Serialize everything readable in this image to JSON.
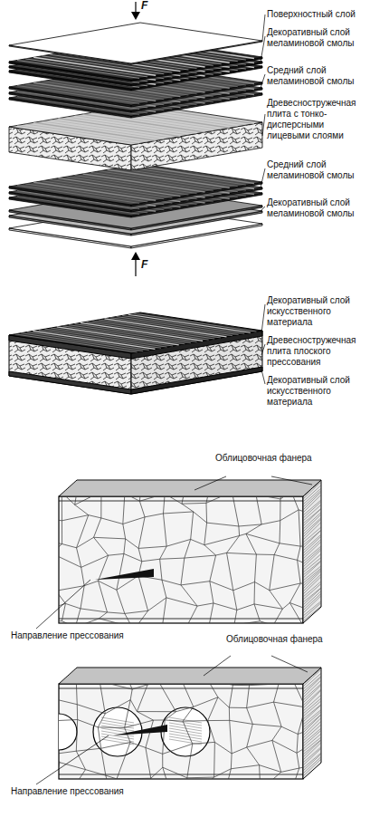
{
  "diagram": {
    "labels": [
      "F",
      "Поверхностный слой",
      "Декоративный слой меламиновой смолы",
      "Средний слой меламиновой смолы",
      "Древесностружечная плита с тонко- дисперсными лицевыми слоями",
      "Средний слой меламиновой смолы",
      "Декоративный слой меламиновой смолы",
      "F",
      "Декоративный слой искусственного материала",
      "Древесностружечная плита плоского прессования",
      "Декоративный слой искусственного материала",
      "Облицовочная фанера",
      "Направление прессования",
      "Облицовочная фанера",
      "Направление прессования"
    ]
  }
}
